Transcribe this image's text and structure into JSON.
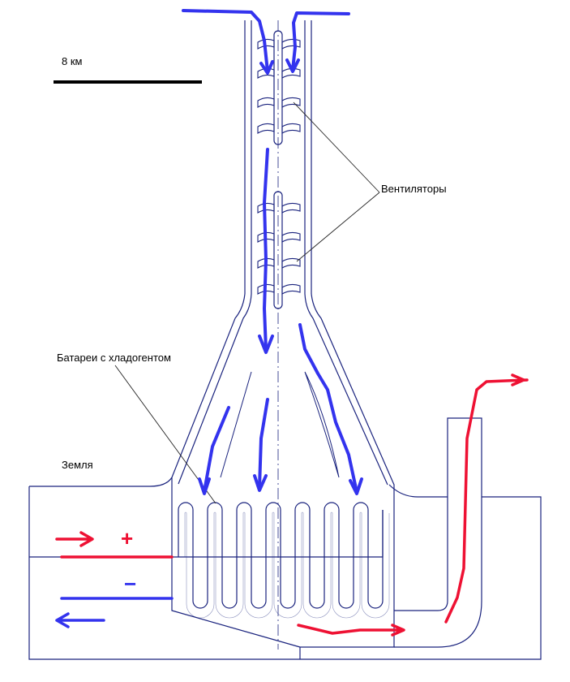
{
  "scale_label": "8 км",
  "labels": {
    "fans": "Вентиляторы",
    "batteries": "Батареи с хладогентом",
    "earth": "Земля",
    "plus": "+",
    "minus": "−"
  },
  "colors": {
    "outline": "#1a237e",
    "air_flow": "#3333ee",
    "hot_flow": "#ee1133",
    "text": "#000000",
    "scale_bar": "#000000"
  }
}
